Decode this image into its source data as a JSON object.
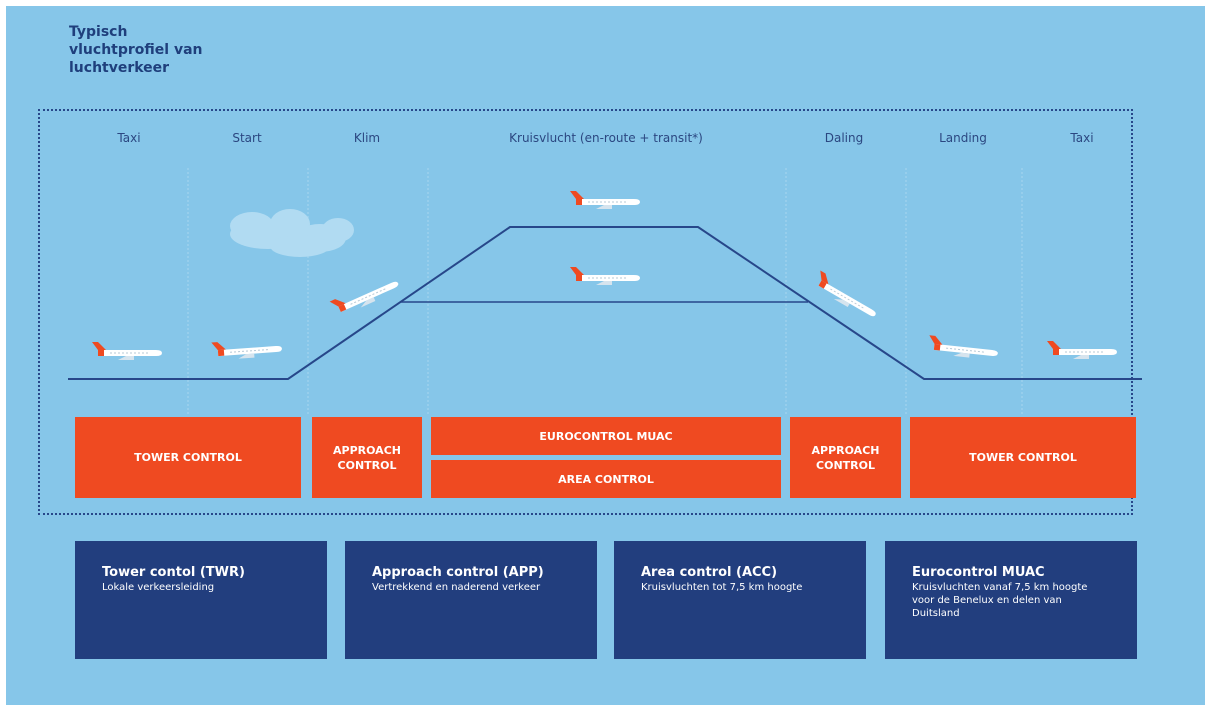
{
  "title": "Typisch\nvluchtprofiel van\nluchtverkeer",
  "phases": [
    "Taxi",
    "Start",
    "Klim",
    "Kruisvlucht (en-route + transit*)",
    "Daling",
    "Landing",
    "Taxi"
  ],
  "control_bars": {
    "tower_left": "TOWER CONTROL",
    "approach_left": "APPROACH\nCONTROL",
    "eurocontrol": "EUROCONTROL MUAC",
    "area": "AREA CONTROL",
    "approach_right": "APPROACH\nCONTROL",
    "tower_right": "TOWER CONTROL"
  },
  "legend": [
    {
      "heading": "Tower contol (TWR)",
      "desc": "Lokale verkeersleiding"
    },
    {
      "heading": "Approach control (APP)",
      "desc": "Vertrekkend en naderend verkeer"
    },
    {
      "heading": "Area control (ACC)",
      "desc": "Kruisvluchten tot 7,5 km hoogte"
    },
    {
      "heading": "Eurocontrol MUAC",
      "desc": "Kruisvluchten vanaf 7,5 km hoogte voor de Benelux en delen van Duitsland"
    }
  ],
  "icons": [
    "airplane-icon",
    "cloud-icon"
  ],
  "colors": {
    "background": "#86c6e9",
    "orange": "#ef4a21",
    "navy": "#223e7e",
    "title": "#1f3f7c",
    "flight_line": "#27478a"
  }
}
